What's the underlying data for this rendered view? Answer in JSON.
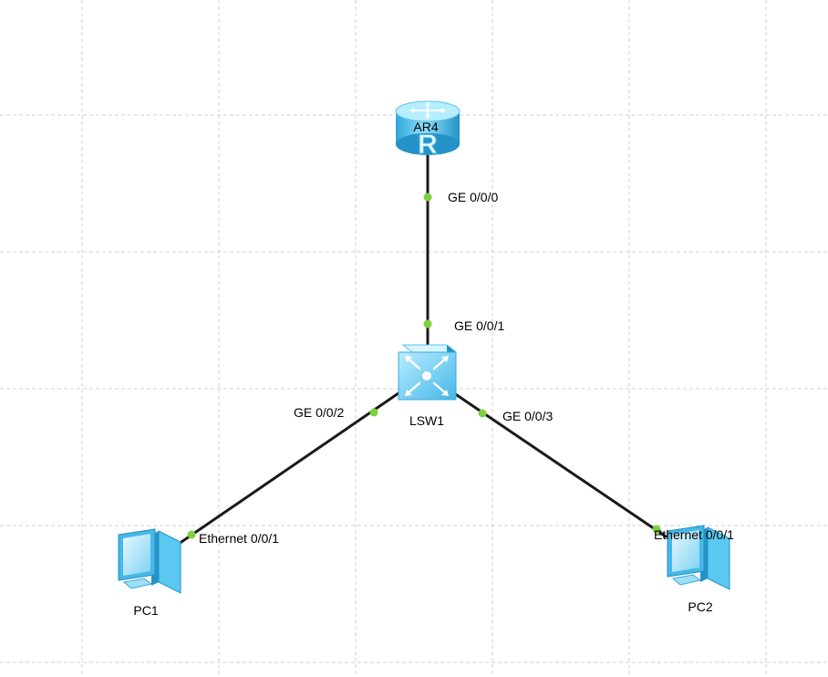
{
  "devices": {
    "router": {
      "label": "AR4",
      "icon": "router-icon",
      "glyph": "R"
    },
    "switch": {
      "label": "LSW1",
      "icon": "switch-icon"
    },
    "pc1": {
      "label": "PC1",
      "icon": "pc-icon"
    },
    "pc2": {
      "label": "PC2",
      "icon": "pc-icon"
    }
  },
  "links": {
    "router_switch": {
      "router_port": "GE 0/0/0",
      "switch_port": "GE 0/0/1"
    },
    "switch_pc1": {
      "switch_port": "GE 0/0/2",
      "pc_port": "Ethernet 0/0/1"
    },
    "switch_pc2": {
      "switch_port": "GE 0/0/3",
      "pc_port": "Ethernet 0/0/1"
    }
  },
  "colors": {
    "grid": "#d0d0d0",
    "link": "#1a1a1a",
    "port_dot": "#7dd23c",
    "device_light": "#c8f0ff",
    "device_mid": "#5ac8f0",
    "device_dark": "#1e90c8"
  }
}
